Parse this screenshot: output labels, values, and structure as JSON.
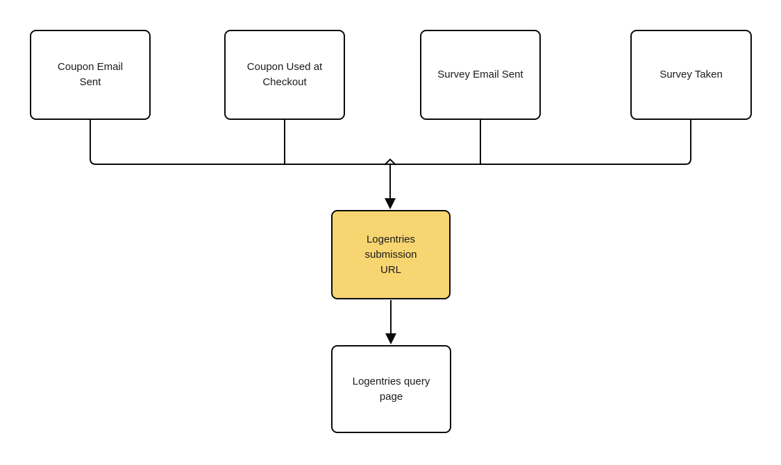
{
  "diagram": {
    "type": "flowchart",
    "background": "#ffffff",
    "colors": {
      "node_border": "#0a0a0a",
      "connector": "#0a0a0a",
      "text": "#1a1a1a",
      "default_fill": "#ffffff",
      "highlight_fill": "#f7d571"
    },
    "nodes": [
      {
        "id": "coupon-email-sent",
        "label": "Coupon Email\nSent",
        "fill": "#ffffff"
      },
      {
        "id": "coupon-used-at-checkout",
        "label": "Coupon Used at\nCheckout",
        "fill": "#ffffff"
      },
      {
        "id": "survey-email-sent",
        "label": "Survey Email Sent",
        "fill": "#ffffff"
      },
      {
        "id": "survey-taken",
        "label": "Survey Taken",
        "fill": "#ffffff"
      },
      {
        "id": "logentries-submission-url",
        "label": "Logentries\nsubmission\nURL",
        "fill": "#f7d571"
      },
      {
        "id": "logentries-query-page",
        "label": "Logentries query\npage",
        "fill": "#ffffff"
      }
    ],
    "edges": [
      {
        "from": "coupon-email-sent",
        "to": "logentries-submission-url",
        "arrow": true
      },
      {
        "from": "coupon-used-at-checkout",
        "to": "logentries-submission-url",
        "arrow": true
      },
      {
        "from": "survey-email-sent",
        "to": "logentries-submission-url",
        "arrow": true
      },
      {
        "from": "survey-taken",
        "to": "logentries-submission-url",
        "arrow": true
      },
      {
        "from": "logentries-submission-url",
        "to": "logentries-query-page",
        "arrow": true
      }
    ]
  }
}
